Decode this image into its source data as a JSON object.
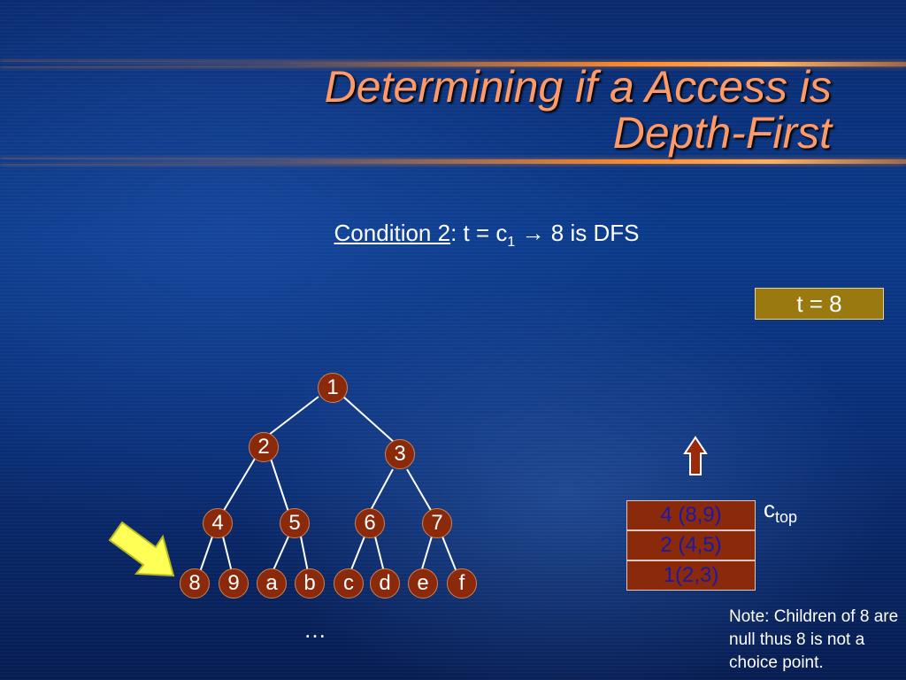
{
  "slide": {
    "title_line1": "Determining if a Access is",
    "title_line2": "Depth-First",
    "condition": {
      "label": "Condition 2",
      "text_a": ": t = c",
      "sub": "1",
      "arrow": "→",
      "text_b": " 8 is DFS"
    },
    "t_box": "t = 8",
    "tree_nodes": [
      "1",
      "2",
      "3",
      "4",
      "5",
      "6",
      "7",
      "8",
      "9",
      "a",
      "b",
      "c",
      "d",
      "e",
      "f"
    ],
    "ellipsis": "…",
    "stack": {
      "rows": [
        {
          "label": "4 (8,9)"
        },
        {
          "label": "2 (4,5)"
        },
        {
          "label": "1(2,3)"
        }
      ],
      "pointer_label": "c",
      "pointer_sub": "top"
    },
    "note": "Note: Children of 8 are null thus 8 is not a choice point.",
    "colors": {
      "title": "#ff9966",
      "node_fill": "#8a2a0a",
      "stack_text": "#1a1aa8",
      "box_fill": "#9a7a10",
      "arrow_yellow": "#ffff55",
      "arrow_up": "#9a2a0a"
    }
  }
}
